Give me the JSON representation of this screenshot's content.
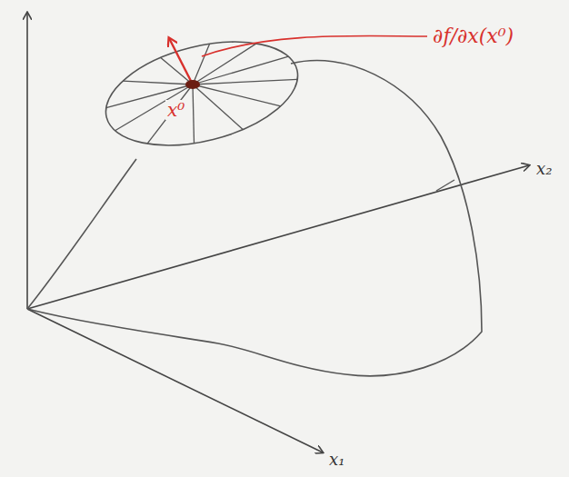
{
  "diagram": {
    "labels": [
      "∂f/∂x(x⁰)",
      "x⁰",
      "x₂",
      "x₁"
    ]
  }
}
